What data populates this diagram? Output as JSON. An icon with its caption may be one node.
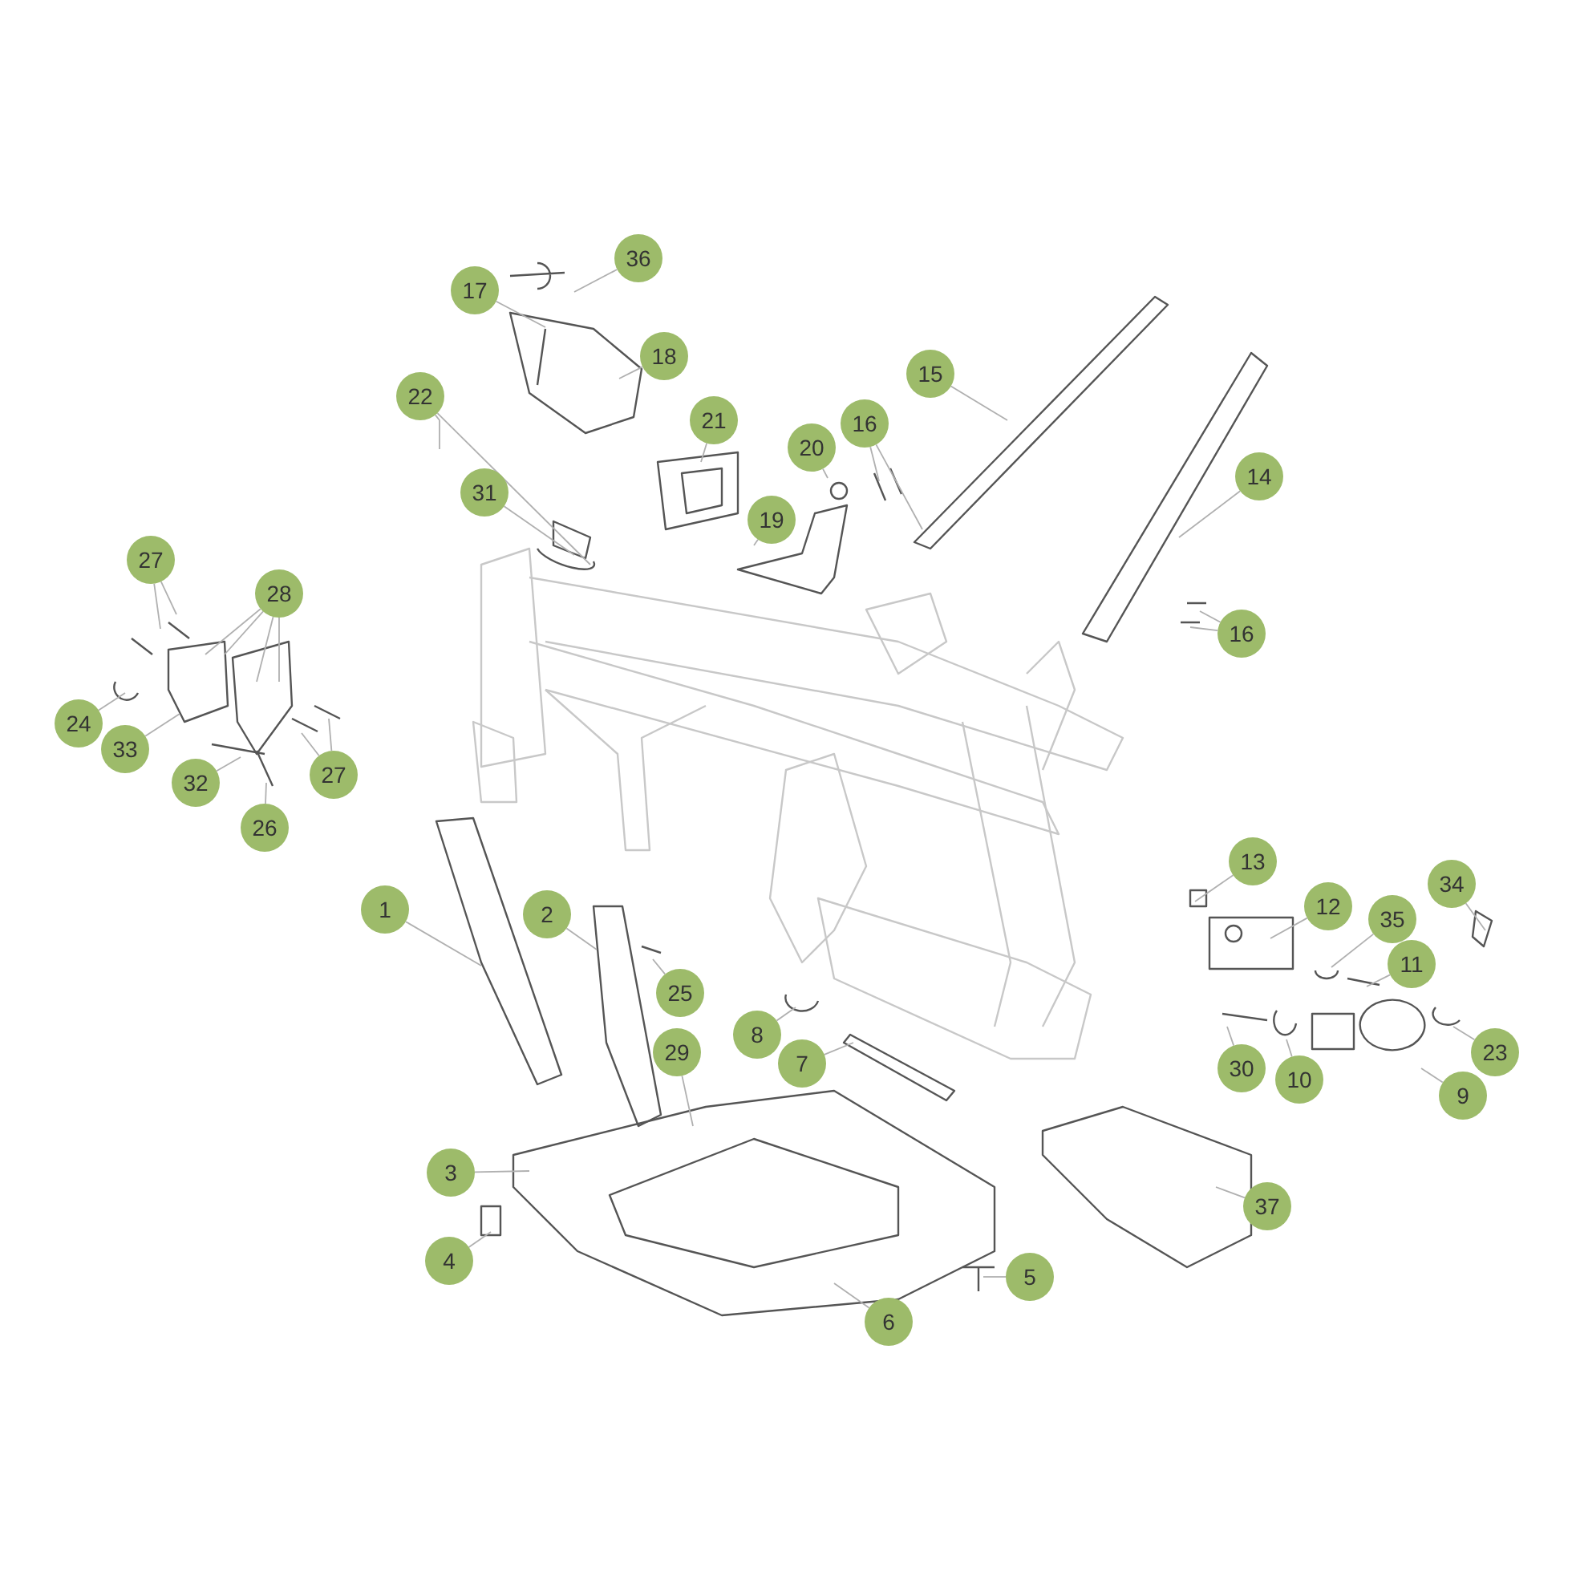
{
  "diagram": {
    "nodes": [
      {
        "text": [
          "36"
        ]
      },
      {
        "text": [
          "17"
        ]
      },
      {
        "text": [
          "18"
        ]
      },
      {
        "text": [
          "15"
        ]
      },
      {
        "text": [
          "22"
        ]
      },
      {
        "text": [
          "21"
        ]
      },
      {
        "text": [
          "16"
        ]
      },
      {
        "text": [
          "20"
        ]
      },
      {
        "text": [
          "14"
        ]
      },
      {
        "text": [
          "31"
        ]
      },
      {
        "text": [
          "19"
        ]
      },
      {
        "text": [
          "27"
        ]
      },
      {
        "text": [
          "28"
        ]
      },
      {
        "text": [
          "16"
        ]
      },
      {
        "text": [
          "24"
        ]
      },
      {
        "text": [
          "33"
        ]
      },
      {
        "text": [
          "27"
        ]
      },
      {
        "text": [
          "32"
        ]
      },
      {
        "text": [
          "26"
        ]
      },
      {
        "text": [
          "13"
        ]
      },
      {
        "text": [
          "34"
        ]
      },
      {
        "text": [
          "12"
        ]
      },
      {
        "text": [
          "1"
        ]
      },
      {
        "text": [
          "2"
        ]
      },
      {
        "text": [
          "35"
        ]
      },
      {
        "text": [
          "11"
        ]
      },
      {
        "text": [
          "25"
        ]
      },
      {
        "text": [
          "8"
        ]
      },
      {
        "text": [
          "29"
        ]
      },
      {
        "text": [
          "7"
        ]
      },
      {
        "text": [
          "23"
        ]
      },
      {
        "text": [
          "30"
        ]
      },
      {
        "text": [
          "10"
        ]
      },
      {
        "text": [
          "9"
        ]
      },
      {
        "text": [
          "3"
        ]
      },
      {
        "text": [
          "37"
        ]
      },
      {
        "text": [
          "4"
        ]
      },
      {
        "text": [
          "5"
        ]
      },
      {
        "text": [
          "6"
        ]
      }
    ],
    "edges": [
      {
        "from": 0,
        "to": null,
        "arrow": "none"
      },
      {
        "from": 1,
        "to": null,
        "arrow": "none"
      },
      {
        "from": 2,
        "to": null,
        "arrow": "none"
      },
      {
        "from": 3,
        "to": null,
        "arrow": "none"
      },
      {
        "from": 4,
        "to": null,
        "arrow": "none"
      },
      {
        "from": 4,
        "to": null,
        "arrow": "none"
      },
      {
        "from": 5,
        "to": null,
        "arrow": "none"
      },
      {
        "from": 6,
        "to": null,
        "arrow": "none"
      },
      {
        "from": 6,
        "to": null,
        "arrow": "none"
      },
      {
        "from": 7,
        "to": null,
        "arrow": "none"
      },
      {
        "from": 8,
        "to": null,
        "arrow": "none"
      },
      {
        "from": 9,
        "to": null,
        "arrow": "none"
      },
      {
        "from": 10,
        "to": null,
        "arrow": "none"
      },
      {
        "from": 11,
        "to": null,
        "arrow": "none"
      },
      {
        "from": 11,
        "to": null,
        "arrow": "none"
      },
      {
        "from": 12,
        "to": null,
        "arrow": "none"
      },
      {
        "from": 12,
        "to": null,
        "arrow": "none"
      },
      {
        "from": 12,
        "to": null,
        "arrow": "none"
      },
      {
        "from": 12,
        "to": null,
        "arrow": "none"
      },
      {
        "from": 13,
        "to": null,
        "arrow": "none"
      },
      {
        "from": 13,
        "to": null,
        "arrow": "none"
      },
      {
        "from": 14,
        "to": null,
        "arrow": "none"
      },
      {
        "from": 15,
        "to": null,
        "arrow": "none"
      },
      {
        "from": 16,
        "to": null,
        "arrow": "none"
      },
      {
        "from": 16,
        "to": null,
        "arrow": "none"
      },
      {
        "from": 17,
        "to": null,
        "arrow": "none"
      },
      {
        "from": 18,
        "to": null,
        "arrow": "none"
      },
      {
        "from": 19,
        "to": null,
        "arrow": "none"
      },
      {
        "from": 20,
        "to": null,
        "arrow": "none"
      },
      {
        "from": 21,
        "to": null,
        "arrow": "none"
      },
      {
        "from": 22,
        "to": null,
        "arrow": "none"
      },
      {
        "from": 23,
        "to": null,
        "arrow": "none"
      },
      {
        "from": 24,
        "to": null,
        "arrow": "none"
      },
      {
        "from": 25,
        "to": null,
        "arrow": "none"
      },
      {
        "from": 26,
        "to": null,
        "arrow": "none"
      },
      {
        "from": 27,
        "to": null,
        "arrow": "none"
      },
      {
        "from": 28,
        "to": null,
        "arrow": "none"
      },
      {
        "from": 29,
        "to": null,
        "arrow": "none"
      },
      {
        "from": 30,
        "to": null,
        "arrow": "none"
      },
      {
        "from": 31,
        "to": null,
        "arrow": "none"
      },
      {
        "from": 32,
        "to": null,
        "arrow": "none"
      },
      {
        "from": 33,
        "to": null,
        "arrow": "none"
      },
      {
        "from": 34,
        "to": null,
        "arrow": "none"
      },
      {
        "from": 35,
        "to": null,
        "arrow": "none"
      },
      {
        "from": 36,
        "to": null,
        "arrow": "none"
      },
      {
        "from": 37,
        "to": null,
        "arrow": "none"
      },
      {
        "from": 38,
        "to": null,
        "arrow": "none"
      }
    ]
  }
}
